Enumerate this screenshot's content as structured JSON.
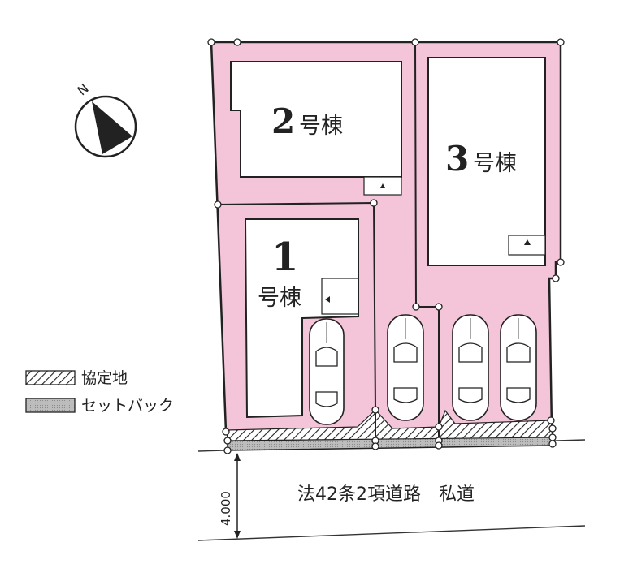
{
  "compass": {
    "north_label": "N",
    "icon": "north-arrow-icon"
  },
  "buildings": [
    {
      "number": "2",
      "suffix": "号棟"
    },
    {
      "number": "3",
      "suffix": "号棟"
    },
    {
      "number": "1",
      "suffix": "号棟"
    }
  ],
  "legend": [
    {
      "label": "協定地",
      "pattern": "diagonal-hatch"
    },
    {
      "label": "セットバック",
      "pattern": "gray-dots"
    }
  ],
  "road": {
    "label": "法42条2項道路　私道",
    "width": "4.000"
  },
  "colors": {
    "lot_fill": "#f4c4d8",
    "outline": "#222222",
    "setback": "#b8b8b8"
  }
}
